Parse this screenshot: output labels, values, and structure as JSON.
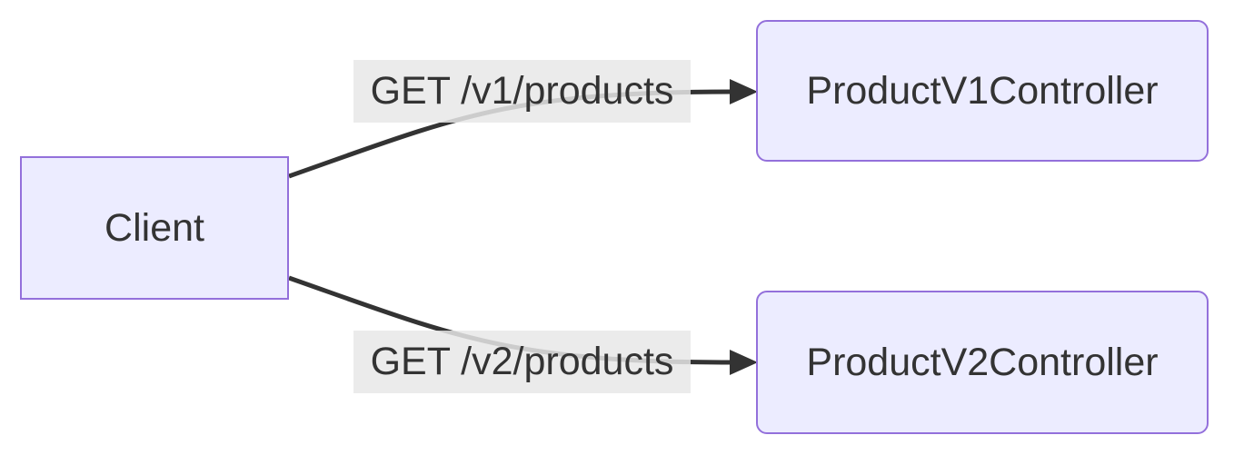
{
  "diagram": {
    "type": "flowchart",
    "direction": "left-to-right",
    "nodes": [
      {
        "id": "client",
        "label": "Client",
        "shape": "rectangle"
      },
      {
        "id": "productV1Controller",
        "label": "ProductV1Controller",
        "shape": "rounded-rectangle"
      },
      {
        "id": "productV2Controller",
        "label": "ProductV2Controller",
        "shape": "rounded-rectangle"
      }
    ],
    "edges": [
      {
        "from": "client",
        "to": "productV1Controller",
        "label": "GET /v1/products",
        "arrow": "filled-triangle-right"
      },
      {
        "from": "client",
        "to": "productV2Controller",
        "label": "GET /v2/products",
        "arrow": "filled-triangle-right"
      }
    ],
    "colors": {
      "canvas_background": "#ffffff",
      "node_fill": "#ECECFF",
      "node_border": "#9370DB",
      "edge_stroke": "#333333",
      "edge_label_background": "#e8e8e8",
      "text": "#333333"
    }
  }
}
